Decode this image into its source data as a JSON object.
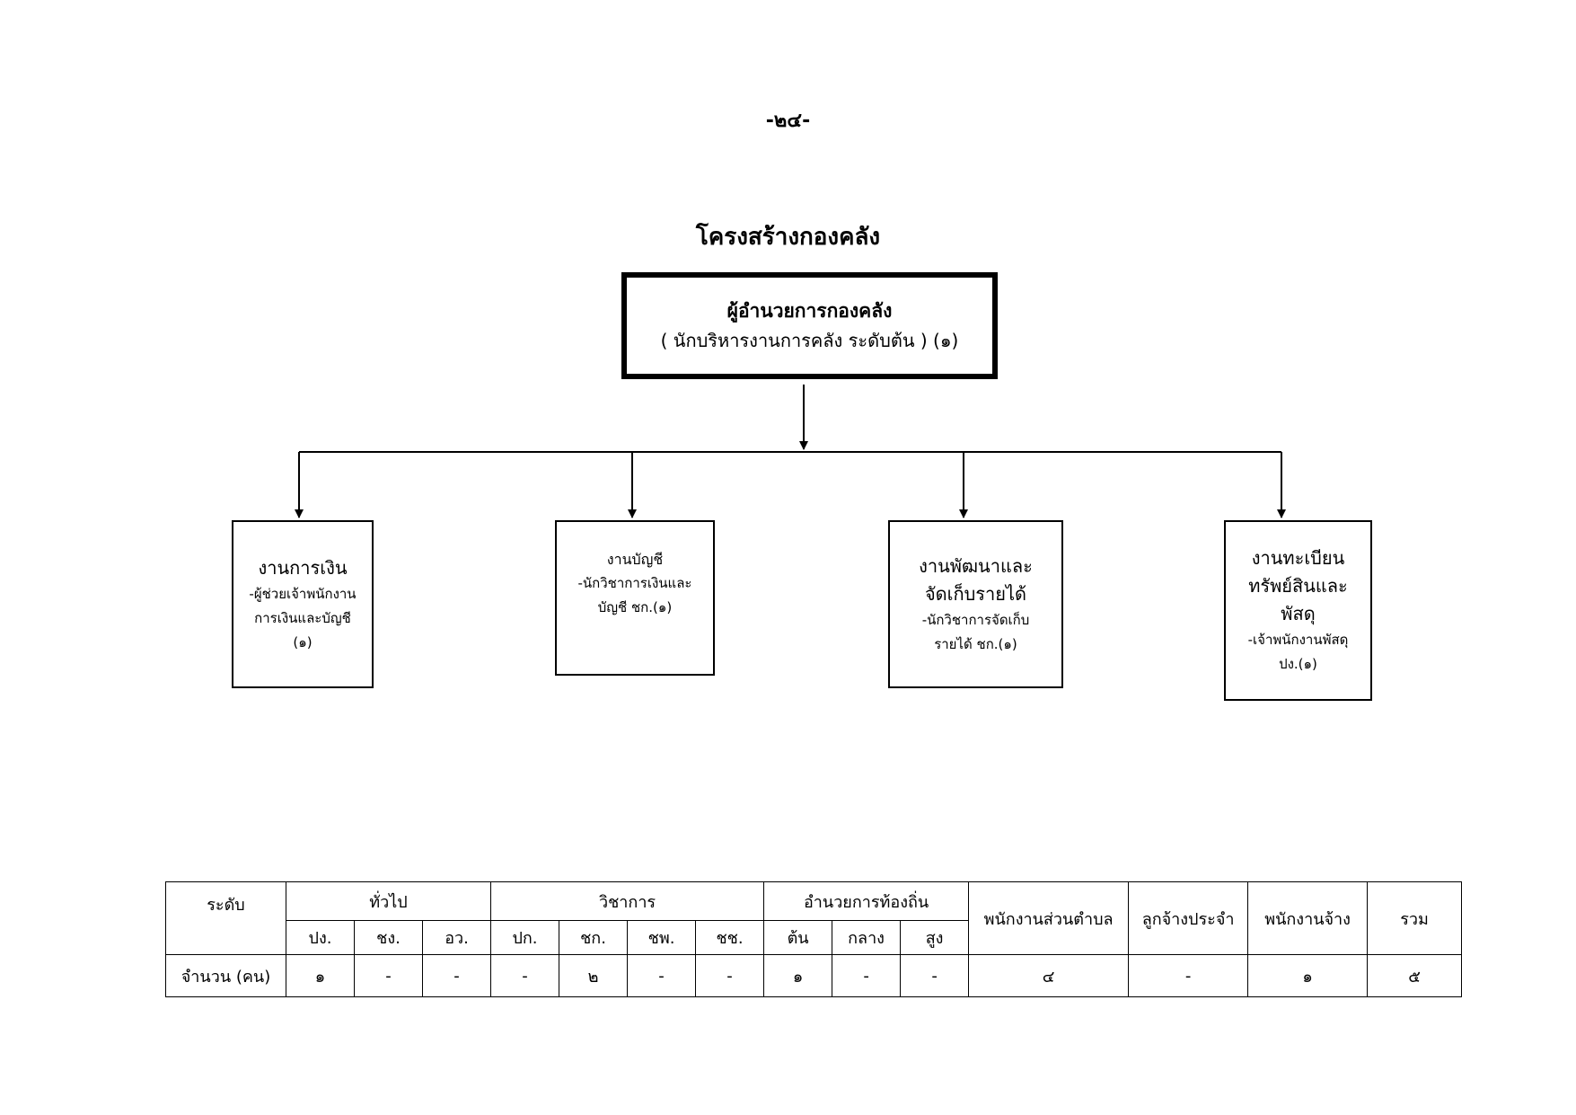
{
  "page_number": "-๒๔-",
  "title": "โครงสร้างกองคลัง",
  "head": {
    "title": "ผู้อำนวยการกองคลัง",
    "subtitle": "( นักบริหารงานการคลัง ระดับต้น ) (๑)"
  },
  "units": [
    {
      "name": "งานการเงิน",
      "staff": "-ผู้ช่วยเจ้าพนักงาน\nการเงินและบัญชี\n(๑)"
    },
    {
      "name": "งานบัญชี",
      "staff": "-นักวิชาการเงินและ\nบัญชี ชก.(๑)"
    },
    {
      "name": "งานพัฒนาและ\nจัดเก็บรายได้",
      "staff": "-นักวิชาการจัดเก็บ\nรายได้ ชก.(๑)"
    },
    {
      "name": "งานทะเบียน\nทรัพย์สินและ\nพัสดุ",
      "staff": "-เจ้าพนักงานพัสดุ\nปง.(๑)"
    }
  ],
  "table": {
    "level_label": "ระดับ",
    "count_label": "จำนวน (คน)",
    "groups": {
      "general": "ทั่วไป",
      "academic": "วิชาการ",
      "director": "อำนวยการท้องถิ่น",
      "employee": "พนักงานส่วนตำบล",
      "regular_worker": "ลูกจ้างประจำ",
      "contract_worker": "พนักงานจ้าง",
      "total": "รวม"
    },
    "sub_levels": [
      "ปง.",
      "ชง.",
      "อว.",
      "ปก.",
      "ชก.",
      "ชพ.",
      "ชช.",
      "ต้น",
      "กลาง",
      "สูง"
    ],
    "counts": [
      "๑",
      "-",
      "-",
      "-",
      "๒",
      "-",
      "-",
      "๑",
      "-",
      "-",
      "๔",
      "-",
      "๑",
      "๕"
    ]
  }
}
